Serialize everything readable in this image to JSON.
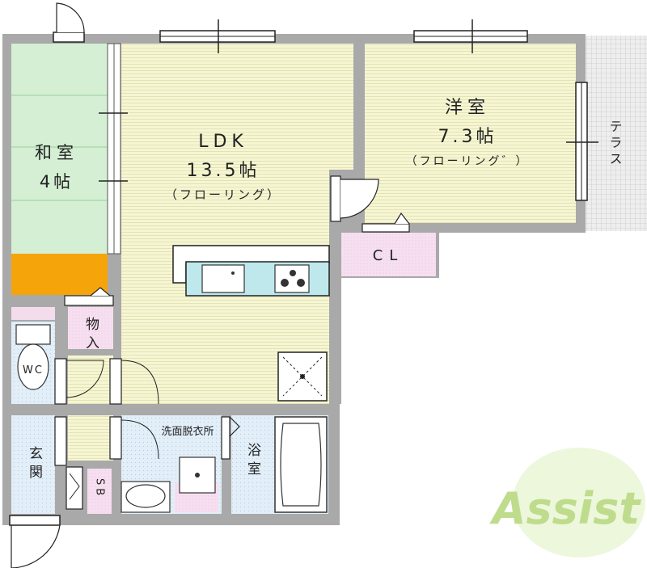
{
  "rooms": {
    "washitsu": {
      "name": "和室",
      "size": "4帖"
    },
    "ldk": {
      "name": "LDK",
      "size": "13.5帖",
      "floor": "（フローリング）"
    },
    "youshitsu": {
      "name": "洋室",
      "size": "7.3帖",
      "floor": "（フローリング゛）"
    },
    "terrace": {
      "name": "テラス"
    },
    "closet": {
      "name": "CL"
    },
    "storage": {
      "name": "物入"
    },
    "toilet": {
      "name": "WC"
    },
    "washroom": {
      "name": "洗面脱衣所"
    },
    "bath": {
      "name": "浴室"
    },
    "entrance": {
      "name": "玄関"
    },
    "shoebox": {
      "name": "SB"
    }
  },
  "logo": {
    "text": "Assist"
  },
  "colors": {
    "wall": "#a9a9a9",
    "tatami": "#d6f0d6",
    "flooring": "#f5f5d2",
    "floor_line": "#e6e6ba",
    "tile_blue": "#e0eef8",
    "pink": "#f3dcec",
    "orange": "#f5a50a",
    "kitchen": "#bfe8ec",
    "logo_green": "#c7df9a"
  }
}
